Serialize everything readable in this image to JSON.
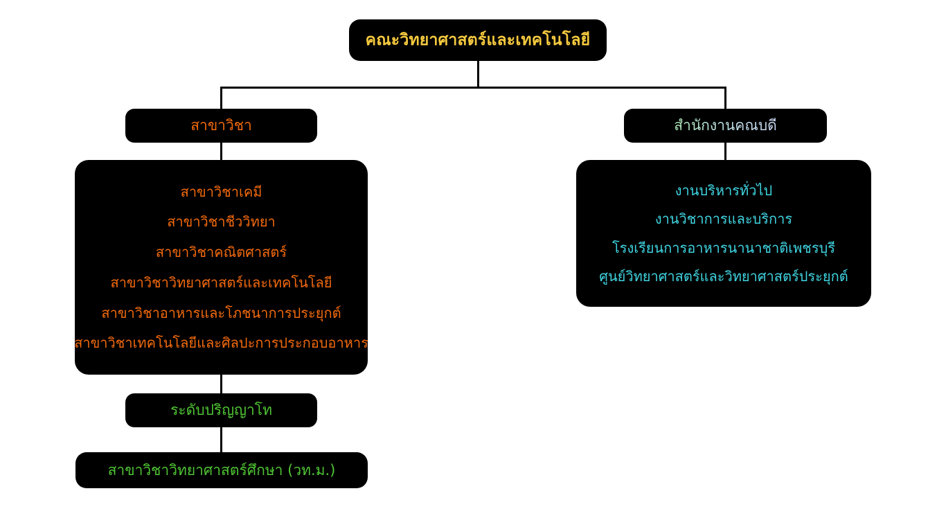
{
  "chart": {
    "type": "organization-chart",
    "language": "th",
    "background_color": "#ffffff",
    "node_fill_color": "#000000",
    "connector_color": "#000000"
  },
  "root": {
    "label": "คณะวิทยาศาสตร์และเทคโนโลยี",
    "text_color": "#f5c93f"
  },
  "branches": {
    "departments": {
      "heading": "สาขาวิชา",
      "text_color": "#f2690d",
      "items": [
        "สาขาวิชาเคมี",
        "สาขาวิชาชีววิทยา",
        "สาขาวิชาคณิตศาสตร์",
        "สาขาวิชาวิทยาศาสตร์และเทคโนโลยี",
        "สาขาวิชาอาหารและโภชนาการประยุกต์",
        "สาขาวิชาเทคโนโลยีและศิลปะการประกอบอาหาร"
      ]
    },
    "dean_office": {
      "heading": "สำนักงานคณบดี",
      "heading_gradient_from": "#a9e6b4",
      "heading_gradient_to": "#ccd9f4",
      "text_color": "#3fd3e0",
      "items": [
        "งานบริหารทั่วไป",
        "งานวิชาการและบริการ",
        "โรงเรียนการอาหารนานาชาติเพชรบุรี",
        "ศูนย์วิทยาศาสตร์และวิทยาศาสตร์ประยุกต์"
      ]
    },
    "graduate": {
      "level_label": "ระดับปริญญาโท",
      "program_label": "สาขาวิชาวิทยาศาสตร์ศึกษา (วท.ม.)",
      "text_color": "#4fc434"
    }
  }
}
